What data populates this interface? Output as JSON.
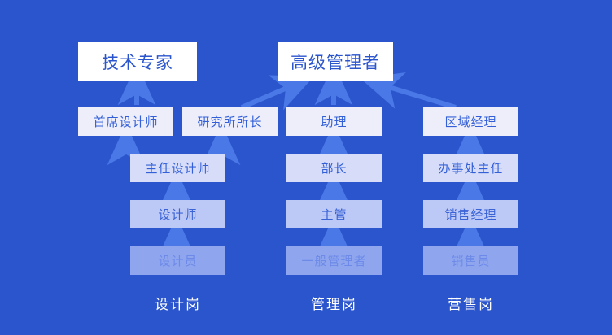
{
  "diagram": {
    "title_hidden": "",
    "background_color": "#2b55cc",
    "arrow_color": "#4a78e6",
    "columns": [
      {
        "id": "design",
        "label": "设计岗"
      },
      {
        "id": "management",
        "label": "管理岗"
      },
      {
        "id": "sales",
        "label": "营售岗"
      }
    ],
    "nodes": [
      {
        "id": "tech-expert",
        "label": "技术专家",
        "tier": 1
      },
      {
        "id": "senior-manager",
        "label": "高级管理者",
        "tier": 1
      },
      {
        "id": "chief-designer",
        "label": "首席设计师",
        "tier": 2
      },
      {
        "id": "institute-head",
        "label": "研究所所长",
        "tier": 2
      },
      {
        "id": "assistant",
        "label": "助理",
        "tier": 2
      },
      {
        "id": "regional-manager",
        "label": "区域经理",
        "tier": 2
      },
      {
        "id": "lead-designer",
        "label": "主任设计师",
        "tier": 3
      },
      {
        "id": "department-head",
        "label": "部长",
        "tier": 3
      },
      {
        "id": "office-director",
        "label": "办事处主任",
        "tier": 3
      },
      {
        "id": "designer",
        "label": "设计师",
        "tier": 4
      },
      {
        "id": "supervisor",
        "label": "主管",
        "tier": 4
      },
      {
        "id": "sales-manager",
        "label": "销售经理",
        "tier": 4
      },
      {
        "id": "junior-designer",
        "label": "设计员",
        "tier": 5
      },
      {
        "id": "general-manager",
        "label": "一般管理者",
        "tier": 5
      },
      {
        "id": "salesperson",
        "label": "销售员",
        "tier": 5
      }
    ]
  }
}
